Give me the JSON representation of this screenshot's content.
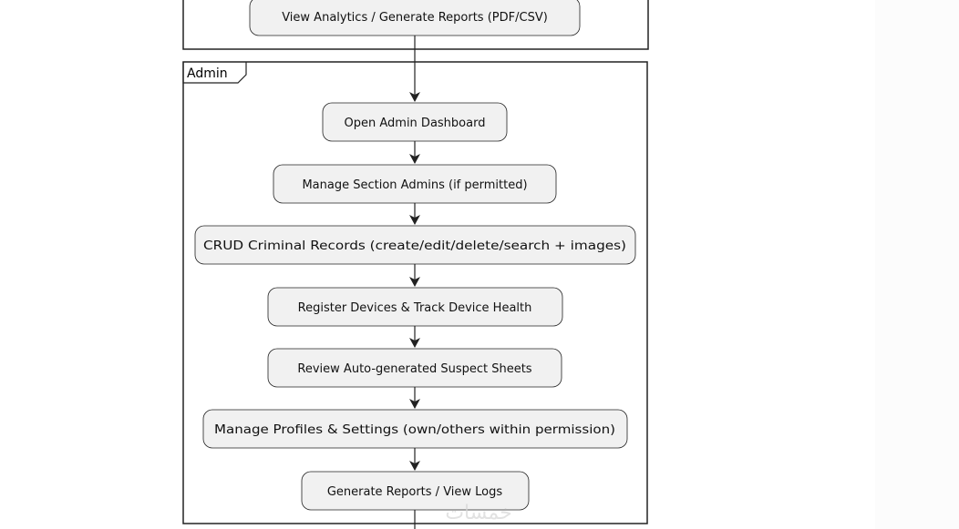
{
  "previous_frame": {
    "node": "View Analytics / Generate Reports (PDF/CSV)"
  },
  "admin_frame": {
    "label": "Admin",
    "nodes": [
      "Open Admin Dashboard",
      "Manage Section Admins (if permitted)",
      "CRUD Criminal Records (create/edit/delete/search + images)",
      "Register Devices & Track Device Health",
      "Review Auto-generated Suspect Sheets",
      "Manage Profiles & Settings (own/others within permission)",
      "Generate Reports / View Logs"
    ]
  },
  "watermark": "خمسات",
  "colors": {
    "node_fill": "#f1f1f1",
    "node_stroke": "#222222",
    "frame_stroke": "#222222",
    "arrow": "#222222"
  }
}
